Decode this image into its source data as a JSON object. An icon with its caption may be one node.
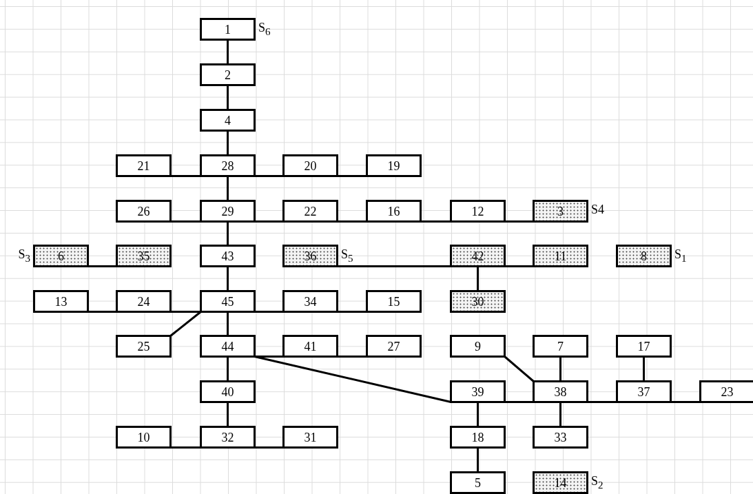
{
  "diagram": {
    "nodes": [
      {
        "text": [
          "1"
        ],
        "beside": [
          "S$_{6}$"
        ]
      },
      {
        "text": [
          "2"
        ]
      },
      {
        "text": [
          "4"
        ]
      },
      {
        "text": [
          "21"
        ]
      },
      {
        "text": [
          "28"
        ]
      },
      {
        "text": [
          "20"
        ]
      },
      {
        "text": [
          "19"
        ]
      },
      {
        "text": [
          "26"
        ]
      },
      {
        "text": [
          "29"
        ]
      },
      {
        "text": [
          "22"
        ]
      },
      {
        "text": [
          "16"
        ]
      },
      {
        "text": [
          "12"
        ]
      },
      {
        "text": [
          "3"
        ],
        "beside": [
          "S4"
        ]
      },
      {
        "text": [
          "6"
        ],
        "beside": [
          "S$_{3}$"
        ]
      },
      {
        "text": [
          "35"
        ]
      },
      {
        "text": [
          "43"
        ]
      },
      {
        "text": [
          "36"
        ],
        "beside": [
          "S$_{5}$"
        ]
      },
      {
        "text": [
          "42"
        ]
      },
      {
        "text": [
          "11"
        ]
      },
      {
        "text": [
          "8"
        ],
        "beside": [
          "S$_{1}$"
        ]
      },
      {
        "text": [
          "13"
        ]
      },
      {
        "text": [
          "24"
        ]
      },
      {
        "text": [
          "45"
        ]
      },
      {
        "text": [
          "34"
        ]
      },
      {
        "text": [
          "15"
        ]
      },
      {
        "text": [
          "30"
        ]
      },
      {
        "text": [
          "25"
        ]
      },
      {
        "text": [
          "44"
        ]
      },
      {
        "text": [
          "41"
        ]
      },
      {
        "text": [
          "27"
        ]
      },
      {
        "text": [
          "9"
        ]
      },
      {
        "text": [
          "7"
        ]
      },
      {
        "text": [
          "17"
        ]
      },
      {
        "text": [
          "40"
        ]
      },
      {
        "text": [
          "39"
        ]
      },
      {
        "text": [
          "38"
        ]
      },
      {
        "text": [
          "37"
        ]
      },
      {
        "text": [
          "23"
        ]
      },
      {
        "text": [
          "10"
        ]
      },
      {
        "text": [
          "32"
        ]
      },
      {
        "text": [
          "31"
        ]
      },
      {
        "text": [
          "18"
        ]
      },
      {
        "text": [
          "33"
        ]
      },
      {
        "text": [
          "5"
        ]
      },
      {
        "text": [
          "14"
        ],
        "beside": [
          "S$_{2}$"
        ]
      }
    ],
    "edges": [
      {
        "from": 0,
        "to": 1,
        "arrow": "none"
      },
      {
        "from": 1,
        "to": 2,
        "arrow": "none"
      },
      {
        "from": 2,
        "to": 4,
        "arrow": "none"
      },
      {
        "from": 3,
        "to": 4,
        "arrow": "none"
      },
      {
        "from": 4,
        "to": 5,
        "arrow": "none"
      },
      {
        "from": 5,
        "to": 6,
        "arrow": "none"
      },
      {
        "from": 4,
        "to": 8,
        "arrow": "none"
      },
      {
        "from": 7,
        "to": 8,
        "arrow": "none"
      },
      {
        "from": 8,
        "to": 9,
        "arrow": "none"
      },
      {
        "from": 9,
        "to": 10,
        "arrow": "none"
      },
      {
        "from": 10,
        "to": 11,
        "arrow": "none"
      },
      {
        "from": 11,
        "to": 12,
        "arrow": "none"
      },
      {
        "from": 8,
        "to": 15,
        "arrow": "none"
      },
      {
        "from": 13,
        "to": 14,
        "arrow": "none"
      },
      {
        "from": 16,
        "to": 17,
        "arrow": "none"
      },
      {
        "from": 17,
        "to": 18,
        "arrow": "none"
      },
      {
        "from": 17,
        "to": 25,
        "arrow": "none"
      },
      {
        "from": 15,
        "to": 22,
        "arrow": "none"
      },
      {
        "from": 20,
        "to": 21,
        "arrow": "none"
      },
      {
        "from": 21,
        "to": 22,
        "arrow": "none"
      },
      {
        "from": 22,
        "to": 23,
        "arrow": "none"
      },
      {
        "from": 23,
        "to": 24,
        "arrow": "none"
      },
      {
        "from": 22,
        "to": 26,
        "arrow": "none"
      },
      {
        "from": 22,
        "to": 27,
        "arrow": "none"
      },
      {
        "from": 27,
        "to": 28,
        "arrow": "none"
      },
      {
        "from": 28,
        "to": 29,
        "arrow": "none"
      },
      {
        "from": 27,
        "to": 34,
        "arrow": "none"
      },
      {
        "from": 27,
        "to": 33,
        "arrow": "none"
      },
      {
        "from": 33,
        "to": 39,
        "arrow": "none"
      },
      {
        "from": 38,
        "to": 39,
        "arrow": "none"
      },
      {
        "from": 39,
        "to": 40,
        "arrow": "none"
      },
      {
        "from": 30,
        "to": 35,
        "arrow": "none"
      },
      {
        "from": 31,
        "to": 35,
        "arrow": "none"
      },
      {
        "from": 32,
        "to": 36,
        "arrow": "none"
      },
      {
        "from": 34,
        "to": 35,
        "arrow": "none"
      },
      {
        "from": 35,
        "to": 36,
        "arrow": "none"
      },
      {
        "from": 36,
        "to": 37,
        "arrow": "none"
      },
      {
        "from": 34,
        "to": 41,
        "arrow": "none"
      },
      {
        "from": 41,
        "to": 43,
        "arrow": "none"
      },
      {
        "from": 35,
        "to": 42,
        "arrow": "none"
      }
    ]
  }
}
